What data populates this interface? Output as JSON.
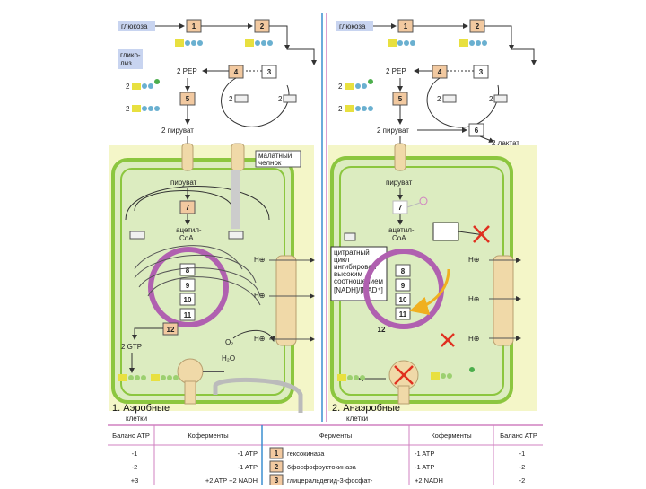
{
  "aerobic": {
    "glucose": "глюкоза",
    "glycolysis": "глико-\nлиз",
    "pep": "2 PEP",
    "pyruvate_cyt": "2 пируват",
    "malate_shuttle": "малатный\nчелнок",
    "pyruvate_mito": "пируват",
    "acetyl_coa": "ацетил-\nCoA",
    "gtp": "2 GTP",
    "o2": "O₂",
    "h2o": "H₂O",
    "hplus": "H⊕",
    "caption_main": "1. Аэробные",
    "caption_sub": "клетки",
    "coeff_2": "2",
    "steps": [
      "1",
      "2",
      "3",
      "4",
      "5",
      "7",
      "8",
      "9",
      "10",
      "11",
      "12"
    ]
  },
  "anaerobic": {
    "glucose": "глюкоза",
    "pep": "2 PEP",
    "pyruvate_cyt": "2 пируват",
    "lactate": "2 лактат",
    "pyruvate_mito": "пируват",
    "acetyl_coa": "ацетил-\nCoA",
    "citrate_note": "цитратный\nцикл\nингибирован\nвысоким\nсоотношением\n[NADH]/[NAD⁺]",
    "hplus": "H⊕",
    "caption_main": "2. Анаэробные",
    "caption_sub": "клетки",
    "coeff_2": "2",
    "steps": [
      "1",
      "2",
      "3",
      "4",
      "5",
      "6",
      "7",
      "8",
      "9",
      "10",
      "11",
      "12"
    ]
  },
  "table": {
    "headers": [
      "Баланс ATP",
      "Коферменты",
      "Ферменты",
      "Коферменты",
      "Баланс ATP"
    ],
    "rows": [
      {
        "bal_left": "-1",
        "coenz_left": "-1 ATP",
        "num": "1",
        "enzyme": "гексокиназа",
        "coenz_right": "-1 ATP",
        "bal_right": "-1"
      },
      {
        "bal_left": "-2",
        "coenz_left": "-1 ATP",
        "num": "2",
        "enzyme": "6фосфофруктокиназа",
        "coenz_right": "-1 ATP",
        "bal_right": "-2"
      },
      {
        "bal_left": "+3",
        "coenz_left": "+2 ATP   +2 NADH",
        "num": "3",
        "enzyme": "глицеральдегид-3-фосфат-",
        "coenz_right": "+2 NADH",
        "bal_right": "-2"
      }
    ]
  },
  "colors": {
    "cytoplasm": "#f4f6c8",
    "mito_matrix": "#dcecc0",
    "mito_border": "#8cc63f",
    "citric_cycle": "#b060b0",
    "step_box": "#f2c9a0",
    "divider_blue": "#3a8fd0",
    "divider_pink": "#d080c0",
    "shuttle": "#f0d9a8",
    "red_x": "#e03020",
    "arrow_yellow": "#f0b020"
  }
}
